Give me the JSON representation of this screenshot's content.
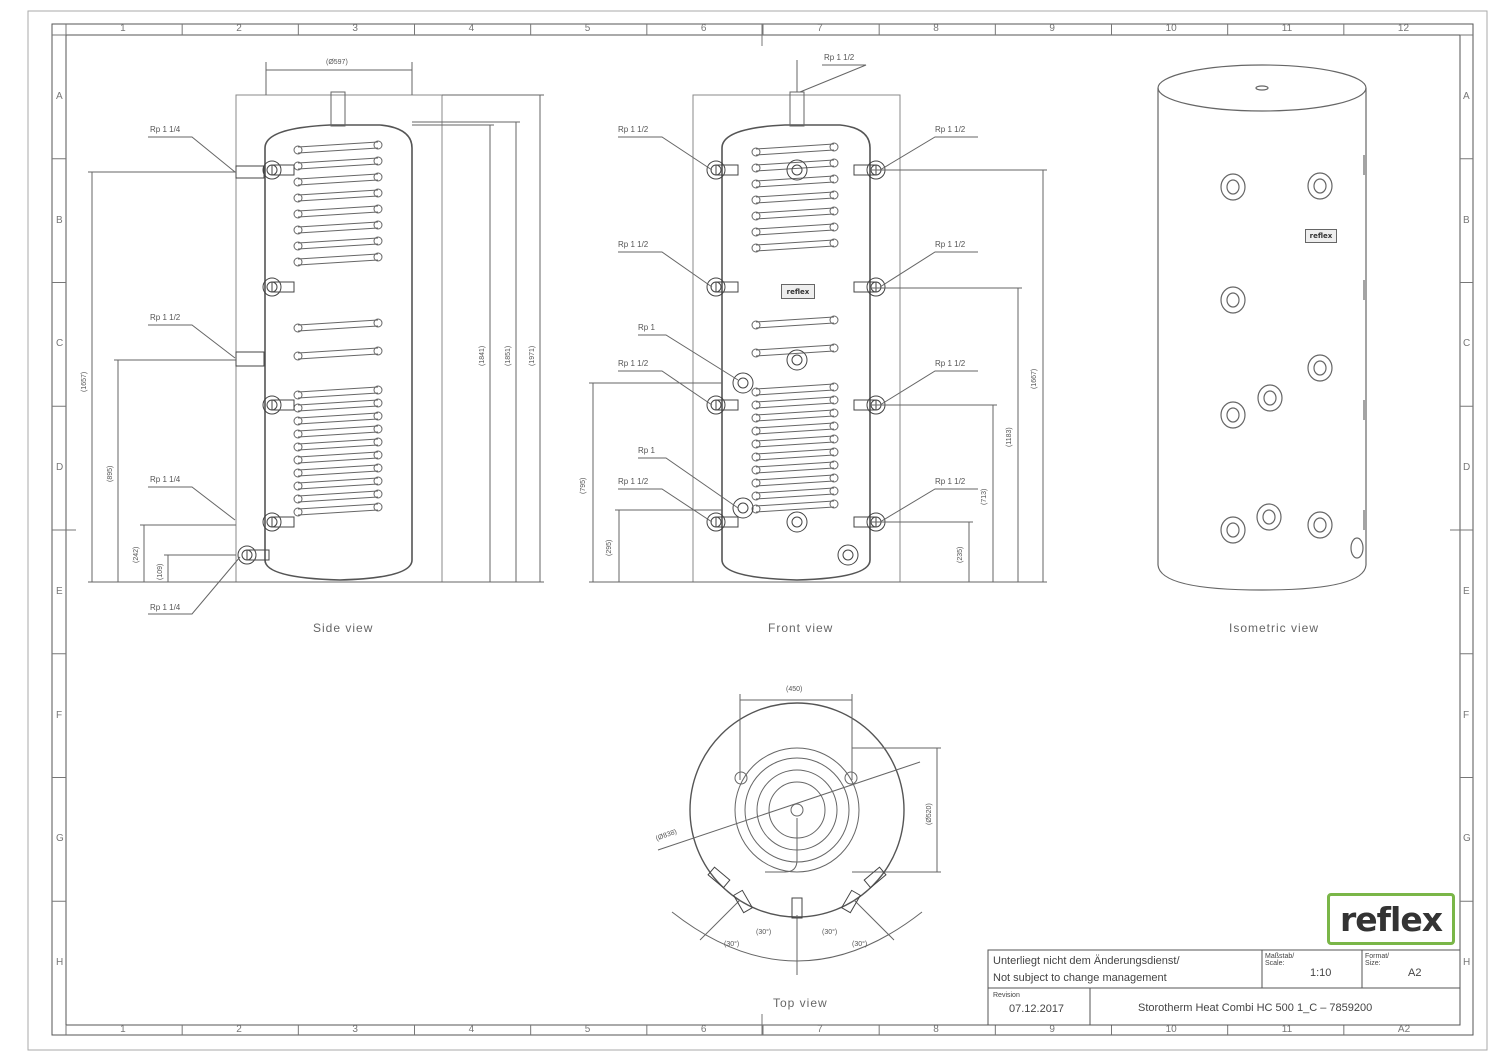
{
  "border_grid": {
    "columns": [
      "1",
      "2",
      "3",
      "4",
      "5",
      "6",
      "7",
      "8",
      "9",
      "10",
      "11",
      "12"
    ],
    "rows": [
      "A",
      "B",
      "C",
      "D",
      "E",
      "F",
      "G",
      "H"
    ],
    "bottom_columns": [
      "1",
      "2",
      "3",
      "4",
      "5",
      "6",
      "7",
      "8",
      "9",
      "10",
      "11",
      "A2"
    ]
  },
  "views": {
    "side": "Side view",
    "front": "Front view",
    "isometric": "Isometric view",
    "top": "Top view"
  },
  "side_view": {
    "refs": [
      "Rp 1 1/4",
      "Rp 1 1/2",
      "Rp 1 1/4",
      "Rp 1 1/4"
    ],
    "dims": [
      "(Ø597)",
      "(1657)",
      "(895)",
      "(242)",
      "(109)",
      "(1841)",
      "(1851)",
      "(1971)"
    ]
  },
  "front_view": {
    "refs": [
      "Rp 1 1/2",
      "Rp 1 1/2",
      "Rp 1 1/2",
      "Rp 1 1/2",
      "Rp 1",
      "Rp 1 1/2",
      "Rp 1 1/2",
      "Rp 1",
      "Rp 1 1/2",
      "Rp 1 1/2"
    ],
    "dims": [
      "(795)",
      "(295)",
      "(1667)",
      "(1183)",
      "(713)",
      "(235)"
    ]
  },
  "top_view": {
    "dims": [
      "(450)",
      "(Ø520)",
      "(Ø838)",
      "(30°)",
      "(30°)",
      "(30°)",
      "(30°)"
    ]
  },
  "logo": {
    "text": "reflex",
    "color": "#7ab648"
  },
  "badge": "reflex",
  "title_block": {
    "note_line1": "Unterliegt nicht dem Änderungsdienst/",
    "note_line2": "Not subject to change management",
    "scale_label": "Maßstab/ Scale:",
    "scale": "1:10",
    "format_label": "Format/ Size:",
    "format": "A2",
    "revision_label": "Revision",
    "revision": "07.12.2017",
    "title": "Storotherm Heat Combi HC 500 1_C – 7859200"
  }
}
